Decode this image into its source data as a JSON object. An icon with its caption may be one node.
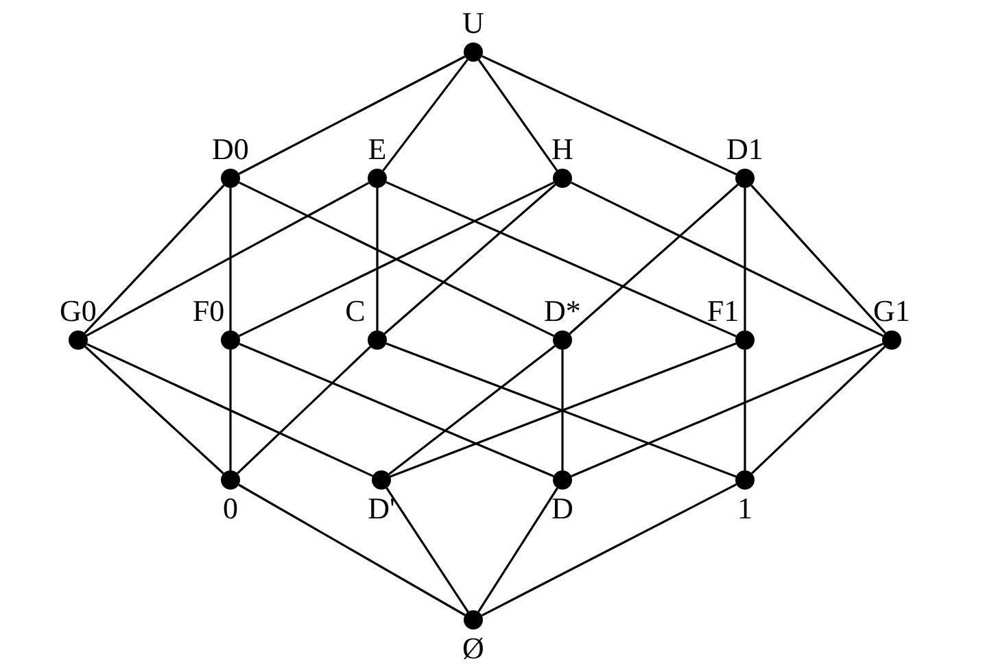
{
  "diagram": {
    "nodes": [
      {
        "text": [
          "U"
        ]
      },
      {
        "text": [
          "D0"
        ]
      },
      {
        "text": [
          "E"
        ]
      },
      {
        "text": [
          "H"
        ]
      },
      {
        "text": [
          "D1"
        ]
      },
      {
        "text": [
          "G0"
        ]
      },
      {
        "text": [
          "F0"
        ]
      },
      {
        "text": [
          "C"
        ]
      },
      {
        "text": [
          "D*"
        ]
      },
      {
        "text": [
          "F1"
        ]
      },
      {
        "text": [
          "G1"
        ]
      },
      {
        "text": [
          "0"
        ]
      },
      {
        "text": [
          "D'"
        ]
      },
      {
        "text": [
          "D"
        ]
      },
      {
        "text": [
          "1"
        ]
      },
      {
        "text": [
          "Ø"
        ]
      }
    ],
    "edges": [
      {
        "from": 0,
        "to": 1,
        "arrow": "none"
      },
      {
        "from": 0,
        "to": 2,
        "arrow": "none"
      },
      {
        "from": 0,
        "to": 3,
        "arrow": "none"
      },
      {
        "from": 0,
        "to": 4,
        "arrow": "none"
      },
      {
        "from": 1,
        "to": 5,
        "arrow": "none"
      },
      {
        "from": 1,
        "to": 6,
        "arrow": "none"
      },
      {
        "from": 1,
        "to": 8,
        "arrow": "none"
      },
      {
        "from": 2,
        "to": 5,
        "arrow": "none"
      },
      {
        "from": 2,
        "to": 7,
        "arrow": "none"
      },
      {
        "from": 2,
        "to": 9,
        "arrow": "none"
      },
      {
        "from": 3,
        "to": 6,
        "arrow": "none"
      },
      {
        "from": 3,
        "to": 7,
        "arrow": "none"
      },
      {
        "from": 3,
        "to": 10,
        "arrow": "none"
      },
      {
        "from": 4,
        "to": 8,
        "arrow": "none"
      },
      {
        "from": 4,
        "to": 9,
        "arrow": "none"
      },
      {
        "from": 4,
        "to": 10,
        "arrow": "none"
      },
      {
        "from": 5,
        "to": 11,
        "arrow": "none"
      },
      {
        "from": 5,
        "to": 12,
        "arrow": "none"
      },
      {
        "from": 6,
        "to": 11,
        "arrow": "none"
      },
      {
        "from": 6,
        "to": 13,
        "arrow": "none"
      },
      {
        "from": 7,
        "to": 11,
        "arrow": "none"
      },
      {
        "from": 7,
        "to": 14,
        "arrow": "none"
      },
      {
        "from": 8,
        "to": 12,
        "arrow": "none"
      },
      {
        "from": 8,
        "to": 13,
        "arrow": "none"
      },
      {
        "from": 9,
        "to": 12,
        "arrow": "none"
      },
      {
        "from": 9,
        "to": 14,
        "arrow": "none"
      },
      {
        "from": 10,
        "to": 13,
        "arrow": "none"
      },
      {
        "from": 10,
        "to": 14,
        "arrow": "none"
      },
      {
        "from": 11,
        "to": 15,
        "arrow": "none"
      },
      {
        "from": 12,
        "to": 15,
        "arrow": "none"
      },
      {
        "from": 13,
        "to": 15,
        "arrow": "none"
      },
      {
        "from": 14,
        "to": 15,
        "arrow": "none"
      }
    ]
  }
}
